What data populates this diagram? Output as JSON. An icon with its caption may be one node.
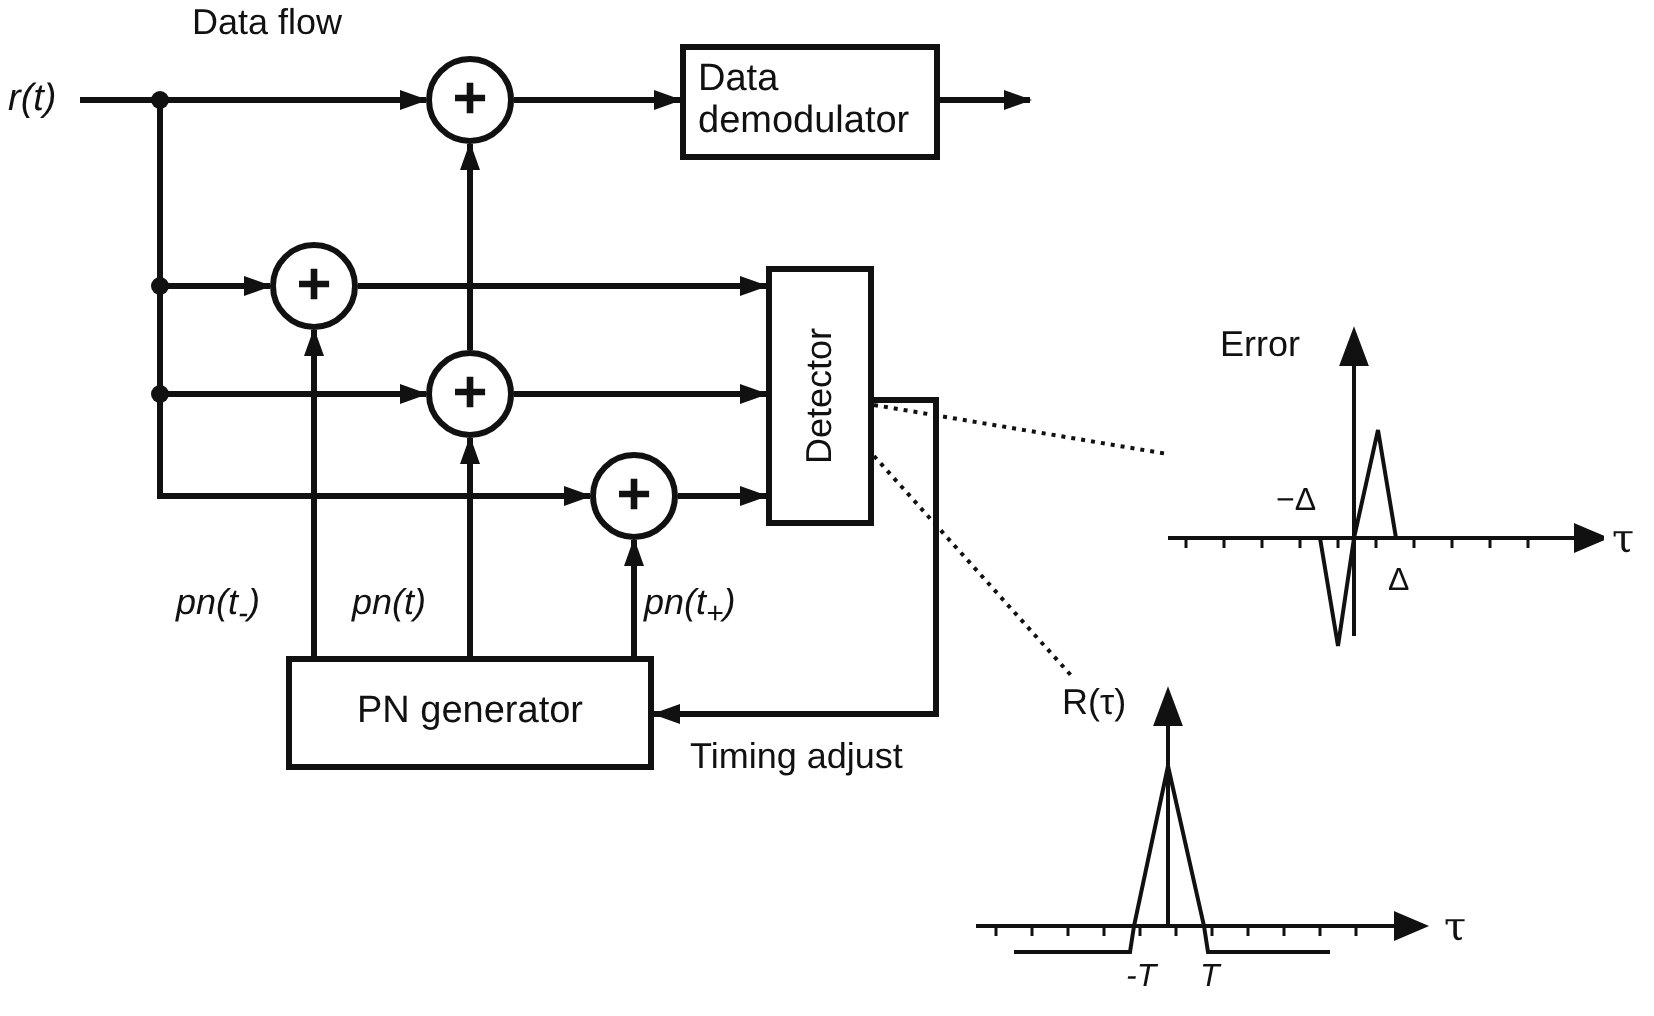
{
  "diagram": {
    "nodes": [
      {
        "text": [
          "r(t)"
        ]
      },
      {
        "text": [
          "+"
        ]
      },
      {
        "text": [
          "Data demodulator"
        ]
      },
      {
        "text": [
          "+"
        ]
      },
      {
        "text": [
          "+"
        ]
      },
      {
        "text": [
          "+"
        ]
      },
      {
        "text": [
          "Detector"
        ]
      },
      {
        "text": [
          "PN generator"
        ]
      },
      {
        "text": [],
        "shape": "picture"
      },
      {
        "text": [],
        "shape": "picture"
      }
    ],
    "edges": [
      {
        "from": 0,
        "to": 1,
        "arrow": "to",
        "label": "Data flow"
      },
      {
        "from": 0,
        "to": 3,
        "arrow": "to"
      },
      {
        "from": 0,
        "to": 4,
        "arrow": "to"
      },
      {
        "from": 0,
        "to": 5,
        "arrow": "to"
      },
      {
        "from": 1,
        "to": 2,
        "arrow": "to"
      },
      {
        "from": 2,
        "to": null,
        "arrow": "to"
      },
      {
        "from": 4,
        "to": 1,
        "arrow": "to"
      },
      {
        "from": 3,
        "to": 6,
        "arrow": "to"
      },
      {
        "from": 4,
        "to": 6,
        "arrow": "to"
      },
      {
        "from": 5,
        "to": 6,
        "arrow": "to"
      },
      {
        "from": 7,
        "to": 3,
        "arrow": "to",
        "label": "pn(t$_{-}$)"
      },
      {
        "from": 7,
        "to": 4,
        "arrow": "to",
        "label": "pn(t)"
      },
      {
        "from": 7,
        "to": 5,
        "arrow": "to",
        "label": "pn(t$_{+}$)"
      },
      {
        "from": 6,
        "to": 7,
        "arrow": "to",
        "label": "Timing adjust"
      },
      {
        "from": 6,
        "to": 8,
        "arrow": "none",
        "style": "dashed"
      },
      {
        "from": 6,
        "to": 9,
        "arrow": "none",
        "style": "dashed"
      }
    ],
    "labels": [
      "Error",
      "−Δ",
      "τ",
      "Δ",
      "R(τ)",
      "τ",
      "-T",
      "T"
    ]
  }
}
